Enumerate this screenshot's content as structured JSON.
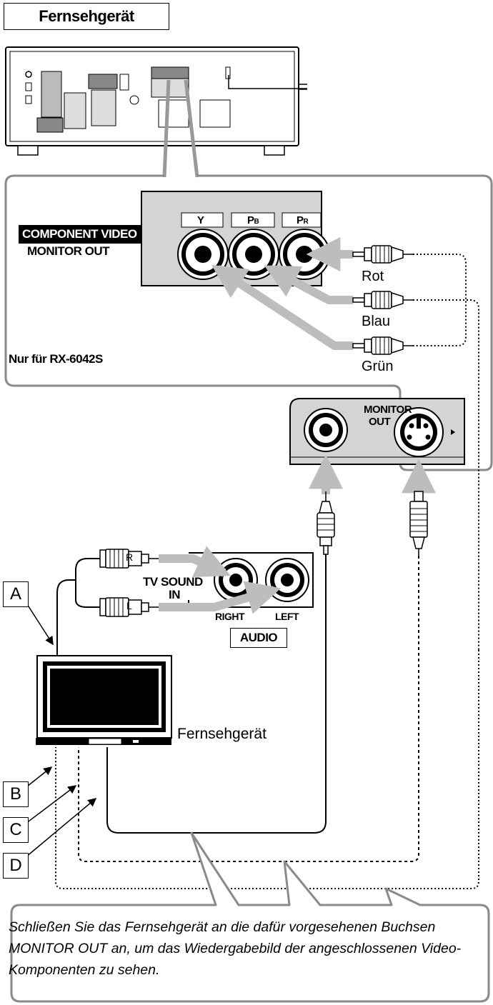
{
  "title": "Fernsehgerät",
  "component_video": {
    "label": "COMPONENT VIDEO",
    "monitor_out": "MONITOR  OUT",
    "jacks": [
      "Y",
      "PB",
      "PR"
    ],
    "model_note": "Nur für RX-6042S"
  },
  "cables": {
    "rot": "Rot",
    "blau": "Blau",
    "gruen": "Grün"
  },
  "monitor_panel": {
    "label_line1": "MONITOR",
    "label_line2": "OUT"
  },
  "audio_panel": {
    "tv_sound_line1": "TV SOUND",
    "tv_sound_line2": "IN",
    "right": "RIGHT",
    "left": "LEFT",
    "audio": "AUDIO",
    "plug_r": "R",
    "plug_l": "L"
  },
  "tv_label": "Fernsehgerät",
  "letters": [
    "A",
    "B",
    "C",
    "D"
  ],
  "note": "Schließen Sie das Fernsehgerät an die dafür vorgesehenen Buchsen MONITOR OUT an, um das Wiedergabebild der angeschlossenen Video-Komponenten zu sehen.",
  "colors": {
    "panel_gray": "#d4d4d4",
    "arrow_gray": "#bdbdbd",
    "line": "#000000"
  }
}
